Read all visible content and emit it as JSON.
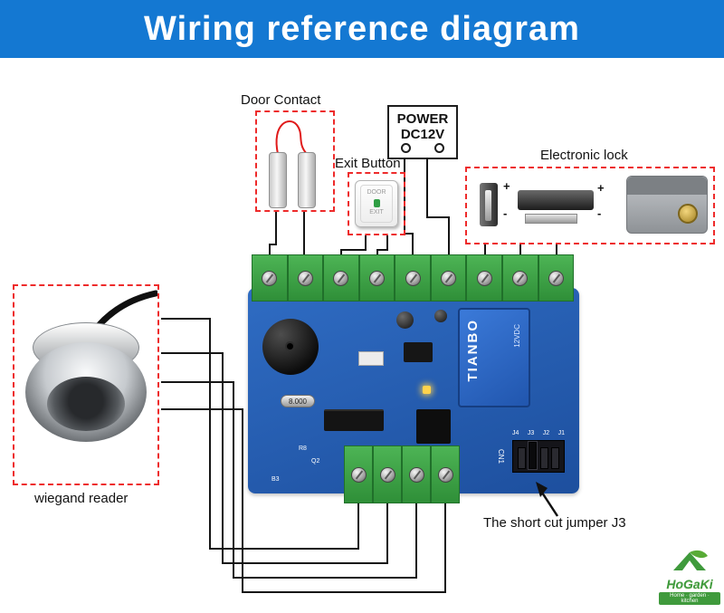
{
  "header": {
    "title": "Wiring reference diagram"
  },
  "door_contact": {
    "label": "Door Contact"
  },
  "power": {
    "line1": "POWER",
    "line2": "DC12V"
  },
  "exit_button": {
    "label": "Exit Button",
    "button_line1": "DOOR",
    "button_line2": "EXIT"
  },
  "electronic_lock": {
    "label": "Electronic lock",
    "plus": "+",
    "minus": "-"
  },
  "wiegand_reader": {
    "label": "wiegand reader"
  },
  "board": {
    "relay_brand": "TIANBO",
    "relay_sub": "12VDC",
    "crystal": "8.000",
    "connector": "CN1",
    "jumper_labels": [
      "J4",
      "J3",
      "J2",
      "J1"
    ],
    "silk": [
      "R8",
      "Q2",
      "B3"
    ]
  },
  "jumper_note": {
    "text": "The short cut jumper J3"
  },
  "logo": {
    "name": "HoGaKi",
    "tagline": "Home · garden · kitchen"
  },
  "colors": {
    "header_bg": "#1478d2",
    "highlight_box": "#ee2b2b",
    "pcb_blue": "#2a63b8",
    "terminal_green": "#3fa047"
  }
}
